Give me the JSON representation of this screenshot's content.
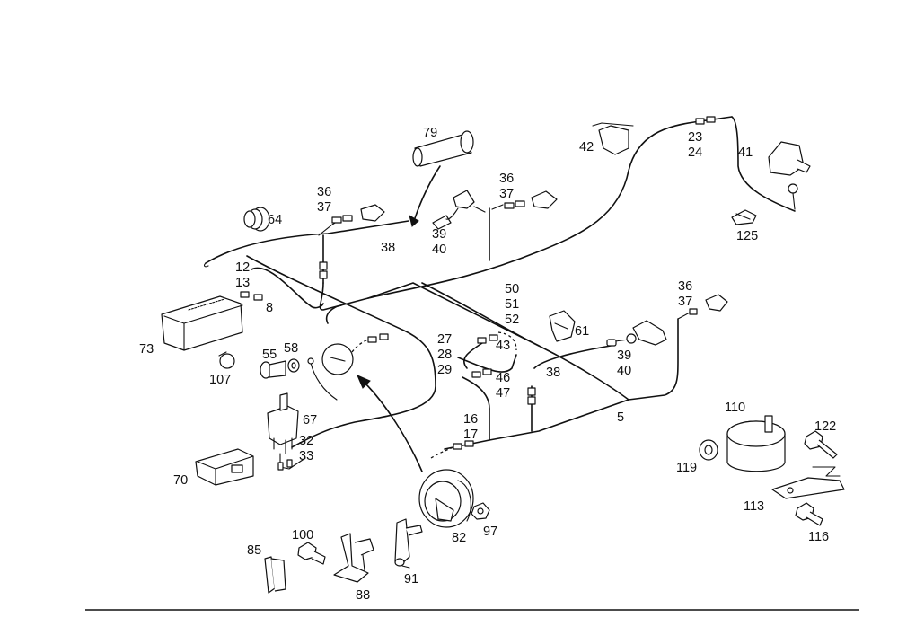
{
  "labels": [
    {
      "id": "l79",
      "text": "79"
    },
    {
      "id": "l42",
      "text": "42"
    },
    {
      "id": "l23",
      "text": "23"
    },
    {
      "id": "l24",
      "text": "24"
    },
    {
      "id": "l41",
      "text": "41"
    },
    {
      "id": "l36a",
      "text": "36"
    },
    {
      "id": "l37a",
      "text": "37"
    },
    {
      "id": "l36b",
      "text": "36"
    },
    {
      "id": "l37b",
      "text": "37"
    },
    {
      "id": "l64",
      "text": "64"
    },
    {
      "id": "l38a",
      "text": "38"
    },
    {
      "id": "l39a",
      "text": "39"
    },
    {
      "id": "l40a",
      "text": "40"
    },
    {
      "id": "l125",
      "text": "125"
    },
    {
      "id": "l12",
      "text": "12"
    },
    {
      "id": "l13",
      "text": "13"
    },
    {
      "id": "l8",
      "text": "8"
    },
    {
      "id": "l50",
      "text": "50"
    },
    {
      "id": "l51",
      "text": "51"
    },
    {
      "id": "l52",
      "text": "52"
    },
    {
      "id": "l36c",
      "text": "36"
    },
    {
      "id": "l37c",
      "text": "37"
    },
    {
      "id": "l73",
      "text": "73"
    },
    {
      "id": "l55",
      "text": "55"
    },
    {
      "id": "l58",
      "text": "58"
    },
    {
      "id": "l27",
      "text": "27"
    },
    {
      "id": "l28",
      "text": "28"
    },
    {
      "id": "l29",
      "text": "29"
    },
    {
      "id": "l43",
      "text": "43"
    },
    {
      "id": "l61",
      "text": "61"
    },
    {
      "id": "l39b",
      "text": "39"
    },
    {
      "id": "l40b",
      "text": "40"
    },
    {
      "id": "l107",
      "text": "107"
    },
    {
      "id": "l38b",
      "text": "38"
    },
    {
      "id": "l46",
      "text": "46"
    },
    {
      "id": "l47",
      "text": "47"
    },
    {
      "id": "l67",
      "text": "67"
    },
    {
      "id": "l110",
      "text": "110"
    },
    {
      "id": "l5",
      "text": "5"
    },
    {
      "id": "l122",
      "text": "122"
    },
    {
      "id": "l16",
      "text": "16"
    },
    {
      "id": "l17",
      "text": "17"
    },
    {
      "id": "l32",
      "text": "32"
    },
    {
      "id": "l33",
      "text": "33"
    },
    {
      "id": "l119",
      "text": "119"
    },
    {
      "id": "l70",
      "text": "70"
    },
    {
      "id": "l113",
      "text": "113"
    },
    {
      "id": "l100",
      "text": "100"
    },
    {
      "id": "l82",
      "text": "82"
    },
    {
      "id": "l97",
      "text": "97"
    },
    {
      "id": "l116",
      "text": "116"
    },
    {
      "id": "l85",
      "text": "85"
    },
    {
      "id": "l91",
      "text": "91"
    },
    {
      "id": "l88",
      "text": "88"
    }
  ]
}
